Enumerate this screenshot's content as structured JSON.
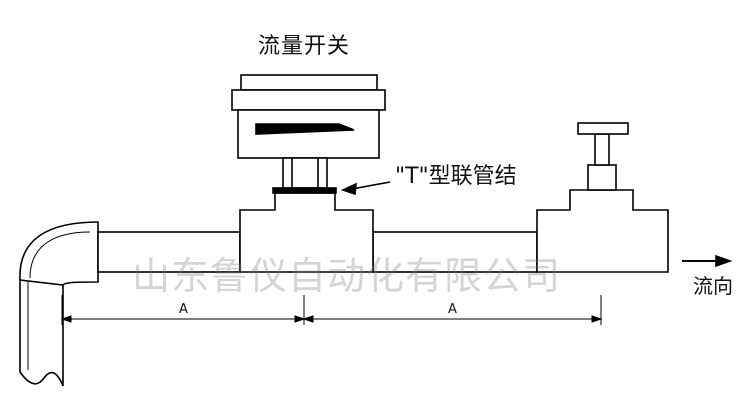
{
  "labels": {
    "flow_switch": "流量开关",
    "tee_fitting": "\"T\"型联管结",
    "flow_direction": "流向",
    "dimension_left": "A",
    "dimension_right": "A"
  },
  "watermark": {
    "text": "山东鲁仪自动化有限公司"
  },
  "colors": {
    "line": "#000000",
    "fill": "#ffffff",
    "watermark": "#888888"
  }
}
